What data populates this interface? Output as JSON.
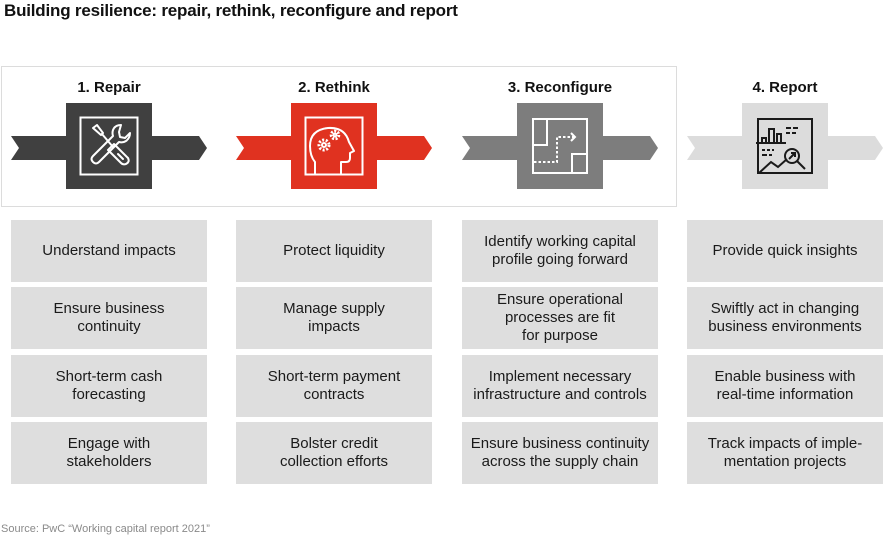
{
  "title": "Building resilience: repair, rethink, reconfigure and report",
  "colors": {
    "repair": "#404040",
    "rethink": "#e03220",
    "reconfigure": "#7d7d7d",
    "report": "#dcdcdc",
    "box_bg": "#dedede",
    "frame": "#dcdcdc"
  },
  "phases": [
    {
      "label": "1. Repair",
      "icon": "tools-icon",
      "items": [
        "Understand impacts",
        "Ensure business\ncontinuity",
        "Short-term cash\nforecasting",
        "Engage with\nstakeholders"
      ]
    },
    {
      "label": "2. Rethink",
      "icon": "head-gears-icon",
      "items": [
        "Protect liquidity",
        "Manage supply\nimpacts",
        "Short-term payment\ncontracts",
        "Bolster credit\ncollection efforts"
      ]
    },
    {
      "label": "3. Reconfigure",
      "icon": "floorplan-path-icon",
      "items": [
        "Identify working capital\nprofile going forward",
        "Ensure operational\nprocesses are fit\nfor purpose",
        "Implement necessary\ninfrastructure and controls",
        "Ensure business continuity\nacross the supply chain"
      ]
    },
    {
      "label": "4. Report",
      "icon": "report-analytics-icon",
      "items": [
        "Provide quick insights",
        "Swiftly act in changing\nbusiness environments",
        "Enable business with\nreal-time information",
        "Track impacts of imple-\nmentation projects"
      ]
    }
  ],
  "source": "Source: PwC “Working capital report 2021”"
}
